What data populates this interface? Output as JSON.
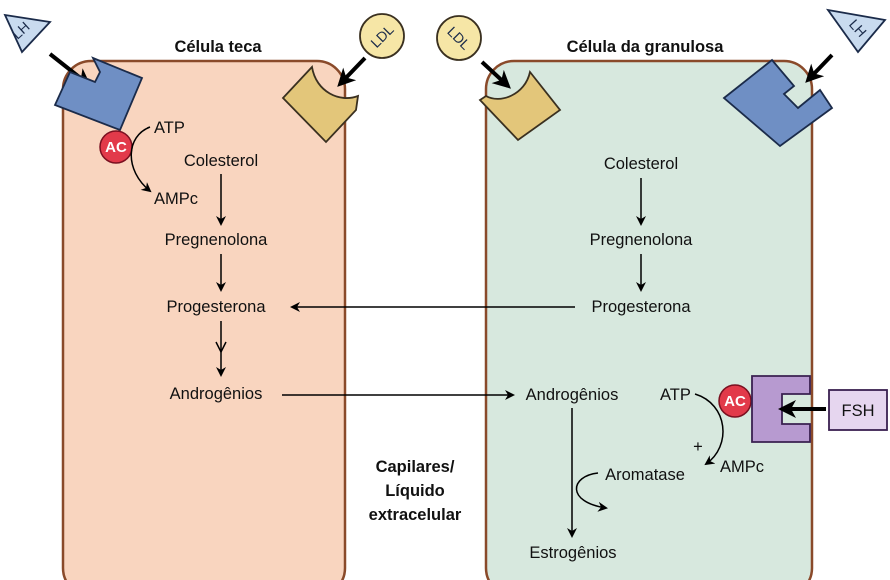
{
  "theca": {
    "title": "Célula teca",
    "atp": "ATP",
    "ac": "AC",
    "ampc": "AMPc",
    "colesterol": "Colesterol",
    "pregnenolona": "Pregnenolona",
    "progesterona": "Progesterona",
    "androgenios": "Androgênios"
  },
  "granulosa": {
    "title": "Célula da granulosa",
    "colesterol": "Colesterol",
    "pregnenolona": "Pregnenolona",
    "progesterona": "Progesterona",
    "androgenios": "Androgênios",
    "atp": "ATP",
    "ac": "AC",
    "plus": "+",
    "ampc": "AMPc",
    "aromatase": "Aromatase",
    "estrogenios": "Estrogênios"
  },
  "capilares": {
    "line1": "Capilares/",
    "line2": "Líquido",
    "line3": "extracelular"
  },
  "ligands": {
    "lh_left": "LH",
    "ldl_left": "LDL",
    "ldl_right": "LDL",
    "lh_right": "LH",
    "fsh": "FSH"
  },
  "colors": {
    "theca_fill": "#f9d5bf",
    "granulosa_fill": "#d7e8de",
    "cell_stroke": "#8a4a2a",
    "ac_red": "#e23a4a",
    "lh_receptor": "#6f8fc4",
    "ldl_receptor": "#e3c67a",
    "fsh_receptor": "#b79ad0",
    "ldl_circle": "#f6e6a6",
    "lh_triangle": "#c9dbef",
    "fsh_box": "#e6d6ef"
  }
}
